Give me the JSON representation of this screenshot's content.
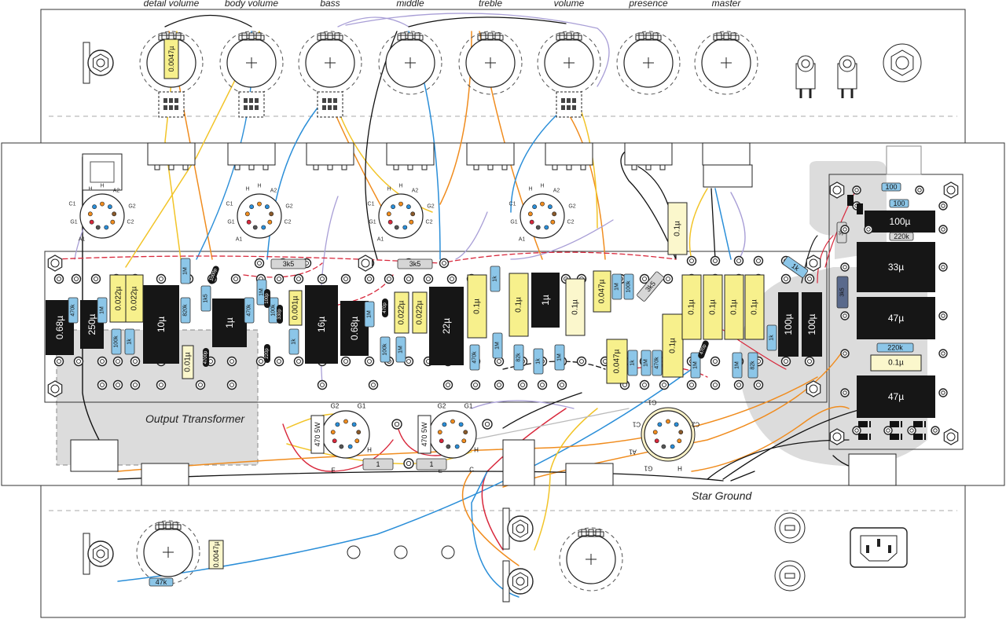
{
  "top_panel": {
    "pots": [
      {
        "label": "detail volume",
        "cap": "0.0047µ",
        "switch": true
      },
      {
        "label": "body volume",
        "cap": "",
        "switch": true
      },
      {
        "label": "bass",
        "cap": "",
        "switch": true
      },
      {
        "label": "middle",
        "cap": "",
        "switch": false
      },
      {
        "label": "treble",
        "cap": "",
        "switch": false
      },
      {
        "label": "volume",
        "cap": "",
        "switch": true
      },
      {
        "label": "presence",
        "cap": "",
        "switch": false
      },
      {
        "label": "master",
        "cap": "",
        "switch": false
      }
    ]
  },
  "tube_pins": {
    "a2": "A2",
    "h": "H",
    "c1": "C1",
    "g1": "G1",
    "a1": "A1",
    "g2": "G2",
    "c2": "C2"
  },
  "board": {
    "black_caps": [
      "0.68µ",
      "250µ",
      "10µ",
      "1µ",
      "16µ",
      "0.68µ",
      "22µ",
      "1µ",
      "100µ",
      "100µ"
    ],
    "yellow_caps": [
      "0.022µ",
      "0.022µ",
      "0.01µ",
      "0.001µ",
      "0.022µ",
      "0.022µ",
      "0.1µ",
      "0.1µ",
      "0.047µ",
      "0.047µ",
      "0.1µ",
      "0.1µ",
      "0.1µ",
      "0.1µ",
      "0.1µ",
      "0.1µ"
    ],
    "cream_caps": [
      "0.1µ",
      "0.1µ"
    ],
    "grey_resistors": [
      "3k5",
      "3k5"
    ],
    "blue_resistors": [
      "470k",
      "1M",
      "100k",
      "1k",
      "1M",
      "820k",
      "1k5",
      "470k",
      "1M",
      "100k",
      "1k",
      "1M",
      "100k",
      "1M",
      "470k",
      "1k",
      "1M",
      "82k",
      "1k",
      "1M"
    ],
    "small_caps": [
      "1000p",
      "220p",
      "470p",
      "100p",
      "4700p",
      "330p",
      "470p"
    ],
    "diag_resistor": "3k5"
  },
  "power_supply": {
    "black_caps": [
      "100µ",
      "33µ",
      "47µ",
      "47µ"
    ],
    "resistors": [
      "100",
      "100",
      "220k",
      "220k",
      "3k",
      "3k5"
    ],
    "cream_cap": "0.1µ"
  },
  "power_tubes": {
    "pins": {
      "g2": "G2",
      "g1": "G1",
      "h": "H",
      "e": "E",
      "c": "C"
    },
    "resistor": "470 5W",
    "grid_resistor": "1"
  },
  "labels": {
    "output_transformer": "Output Ttransformer",
    "star_ground": "Star Ground"
  },
  "bottom_panel": {
    "resistor": "47k",
    "cap": "0.0047µ"
  },
  "colors": {
    "black_cap": "#161616",
    "yellow_cap": "#f7f08c",
    "cream_cap": "#fbf7cc",
    "blue_resistor": "#8cc6e8",
    "grey_resistor": "#d6d6d6",
    "wire_orange": "#f08c1e",
    "wire_yellow": "#f2c428",
    "wire_blue": "#2a8ed8",
    "wire_red": "#d8283c",
    "wire_lilac": "#a89ed6",
    "shade": "#dcdcdc"
  }
}
